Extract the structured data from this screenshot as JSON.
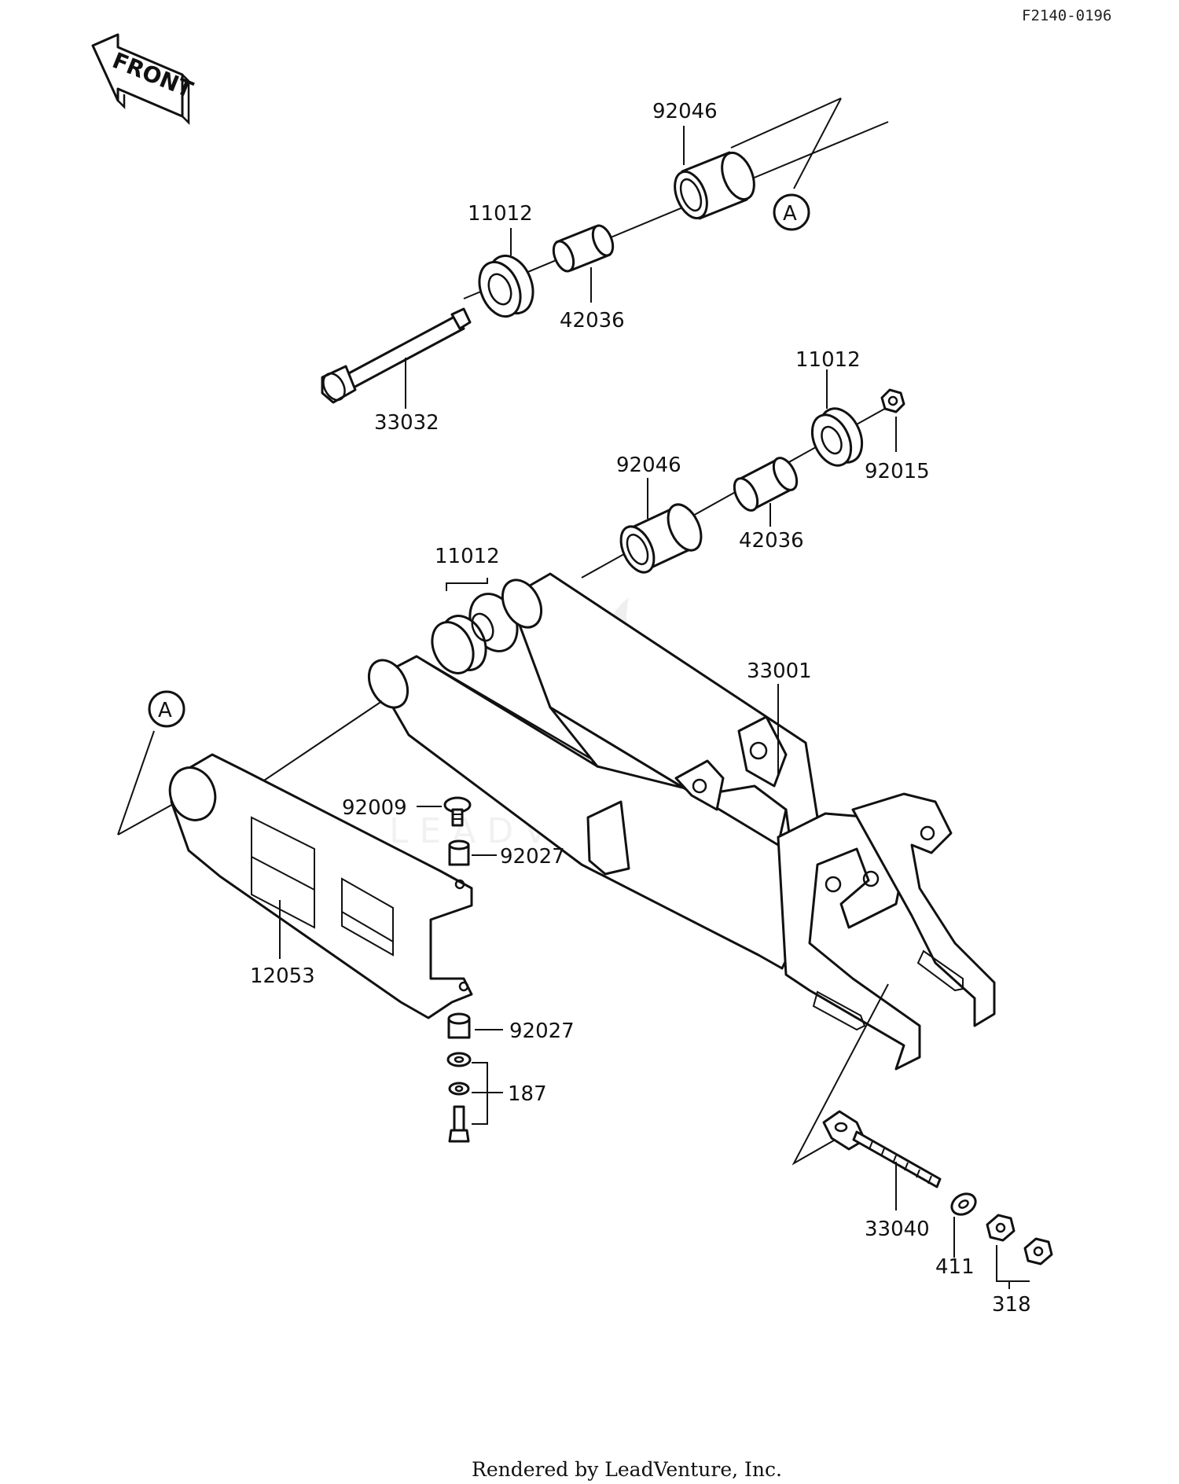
{
  "diagram_code": "F2140-0196",
  "front_label": "FRONT",
  "reference_marker": "A",
  "footer": "Rendered by LeadVenture, Inc.",
  "watermark": "LEADVENTURE",
  "parts": {
    "collar_upper": "92046",
    "seal_upper_left": "11012",
    "sleeve_upper": "42036",
    "pivot_shaft": "33032",
    "seal_right": "11012",
    "nut_pivot": "92015",
    "collar_lower": "92046",
    "sleeve_lower": "42036",
    "seal_lower": "11012",
    "swingarm": "33001",
    "screw_guard": "92009",
    "collar_guard_upper": "92027",
    "chain_guard": "12053",
    "collar_guard_lower": "92027",
    "bolt_set_guard": "187",
    "chain_adjuster": "33040",
    "washer": "411",
    "nut_set": "318"
  }
}
